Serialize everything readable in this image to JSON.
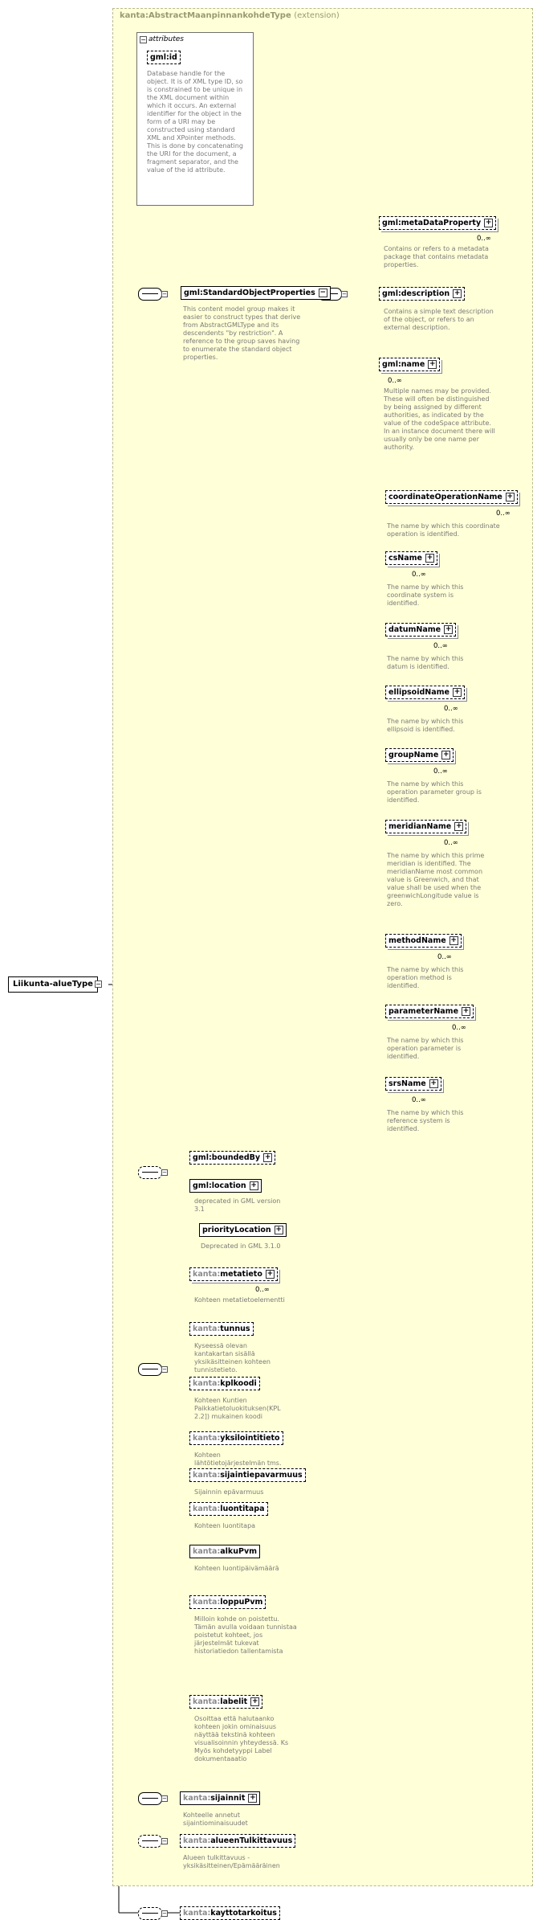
{
  "panel": {
    "title": "kanta:AbstractMaanpinnankohdeType",
    "extension": "(extension)"
  },
  "attributes": {
    "header": "attributes",
    "id_label": "gml:id",
    "id_desc": "Database handle for the object.  It is of XML type ID, so is constrained to be unique in the XML document within which it occurs.  An external identifier for the object in the form of a URI may be constructed using standard XML and XPointer methods.  This is done by concatenating the URI for the document, a fragment separator, and the value of the id attribute."
  },
  "root": {
    "label": "Liikunta-alueType"
  },
  "group": {
    "label": "gml:StandardObjectProperties",
    "desc": "This content model group makes it easier to construct types that derive from AbstractGMLType and its descendents \"by restriction\".  A reference to the group saves having to enumerate the standard object properties."
  },
  "gml_elements": [
    {
      "label": "gml:metaDataProperty",
      "card": "0..∞",
      "desc": "Contains or refers to a metadata package that contains metadata properties."
    },
    {
      "label": "gml:description",
      "card": "",
      "desc": "Contains a simple text description of the object, or refers to an external description."
    },
    {
      "label": "gml:name",
      "card": "0..∞",
      "desc": "Multiple names may be provided.  These will often be distinguished by being assigned by different authorities, as indicated by the value of the codeSpace attribute.  In an instance document there will usually only be one name per authority."
    }
  ],
  "name_choices": [
    {
      "label": "coordinateOperationName",
      "card": "0..∞",
      "desc": "The name by which this coordinate operation is identified."
    },
    {
      "label": "csName",
      "card": "0..∞",
      "desc": "The name by which this coordinate system is identified."
    },
    {
      "label": "datumName",
      "card": "0..∞",
      "desc": "The name by which this datum is identified."
    },
    {
      "label": "ellipsoidName",
      "card": "0..∞",
      "desc": "The name by which this ellipsoid is identified."
    },
    {
      "label": "groupName",
      "card": "0..∞",
      "desc": "The name by which this operation parameter group is identified."
    },
    {
      "label": "meridianName",
      "card": "0..∞",
      "desc": "The name by which this prime meridian is identified. The meridianName most common value is Greenwich, and that value shall be used when the greenwichLongitude value is zero."
    },
    {
      "label": "methodName",
      "card": "0..∞",
      "desc": "The name by which this operation method is identified."
    },
    {
      "label": "parameterName",
      "card": "0..∞",
      "desc": "The name by which this operation parameter is identified."
    },
    {
      "label": "srsName",
      "card": "0..∞",
      "desc": "The name by which this reference system is identified."
    }
  ],
  "feature": {
    "boundedBy": "gml:boundedBy",
    "location": "gml:location",
    "location_desc": "deprecated in GML version 3.1",
    "priority": "priorityLocation",
    "priority_desc": "Deprecated in GML 3.1.0"
  },
  "kanta_elements": [
    {
      "ns": "kanta:",
      "name": "metatieto",
      "card": "0..∞",
      "desc": "Kohteen metatietoelementti"
    },
    {
      "ns": "kanta:",
      "name": "tunnus",
      "card": "",
      "desc": "Kyseessä olevan kantakartan sisällä yksikäsitteinen kohteen tunnistetieto."
    },
    {
      "ns": "kanta:",
      "name": "kplkoodi",
      "card": "",
      "desc": "Kohteen Kuntien Paikkatietoluokituksen(KPL 2.2]) mukainen koodi"
    },
    {
      "ns": "kanta:",
      "name": "yksilointitieto",
      "card": "",
      "desc": "Kohteen lähtötietojärjestelmän  tms. mukainen yksilöintitieto"
    },
    {
      "ns": "kanta:",
      "name": "sijaintiepavarmuus",
      "card": "",
      "desc": "Sijainnin epävarmuus"
    },
    {
      "ns": "kanta:",
      "name": "luontitapa",
      "card": "",
      "desc": "Kohteen luontitapa"
    },
    {
      "ns": "kanta:",
      "name": "alkuPvm",
      "card": "",
      "desc": "Kohteen luontipäivämäärä"
    },
    {
      "ns": "kanta:",
      "name": "loppuPvm",
      "card": "",
      "desc": "Milloin kohde on poistettu. Tämän avulla voidaan tunnistaa poistetut kohteet, jos järjestelmät tukevat historiatiedon tallentamista"
    },
    {
      "ns": "kanta:",
      "name": "labelit",
      "card": "",
      "desc": "Osoittaa että halutaanko kohteen jokin ominaisuus näyttää tekstinä kohteen visualisoinnin yhteydessä.  Ks Myös kohdetyyppi Label dokumentaaatio"
    }
  ],
  "sijainnit": {
    "ns": "kanta:",
    "name": "sijainnit",
    "desc": "Kohteelle annetut sijaintiominaisuudet"
  },
  "tulkittavuus": {
    "ns": "kanta:",
    "name": "alueenTulkittavuus",
    "desc": "Alueen tulkittavuus - yksikäsitteinen/Epämääräinen"
  },
  "kayttotarkoitus": {
    "ns": "kanta:",
    "name": "kayttotarkoitus"
  }
}
